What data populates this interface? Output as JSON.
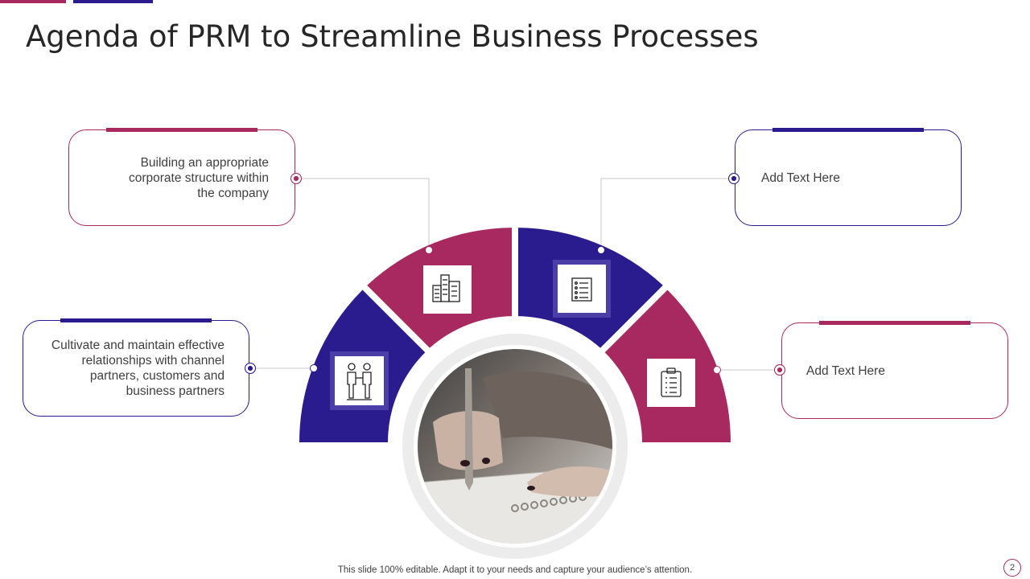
{
  "title": "Agenda of PRM to Streamline Business Processes",
  "colors": {
    "magenta": "#a8295f",
    "indigo": "#2a1c8e"
  },
  "cards": [
    {
      "text": "Building an appropriate corporate structure within the company"
    },
    {
      "text": "Cultivate and maintain effective relationships with channel partners, customers and business partners"
    },
    {
      "text": "Add Text Here"
    },
    {
      "text": "Add Text Here"
    }
  ],
  "icons": [
    "buildings-icon",
    "handshake-icon",
    "checklist-icon",
    "clipboard-icon"
  ],
  "photo": "hand-writing-photo",
  "footer": "This slide 100% editable. Adapt it to your needs and capture your audience’s attention.",
  "page_number": "2"
}
